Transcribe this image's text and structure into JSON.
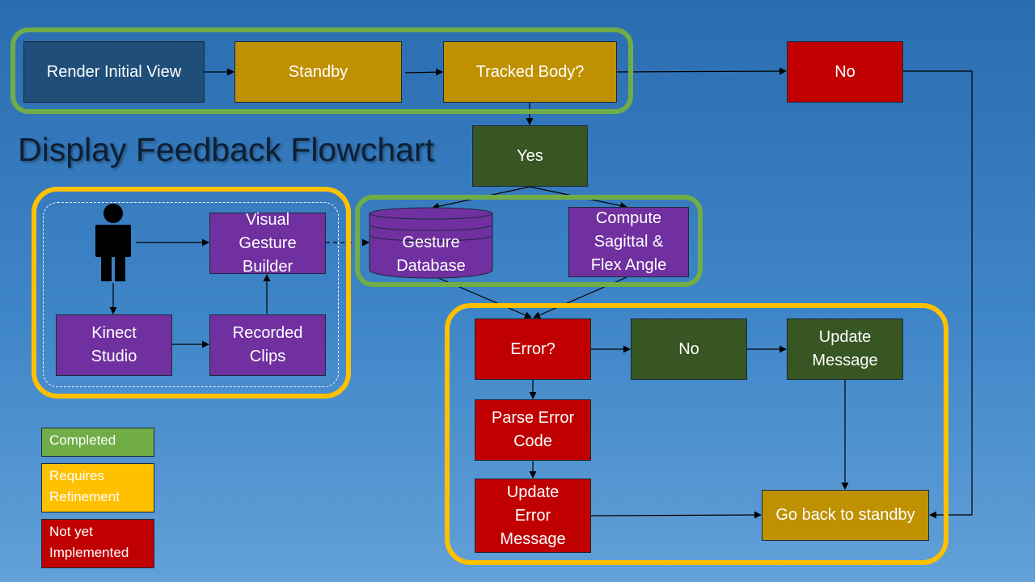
{
  "title": "Display Feedback Flowchart",
  "nodes": {
    "render_initial_view": "Render Initial View",
    "standby": "Standby",
    "tracked_body": "Tracked Body?",
    "no_top": "No",
    "yes": "Yes",
    "visual_gesture_builder": "Visual\nGesture\nBuilder",
    "gesture_database": "Gesture\nDatabase",
    "compute_sagittal": "Compute\nSagittal &\nFlex Angle",
    "kinect_studio": "Kinect\nStudio",
    "recorded_clips": "Recorded\nClips",
    "error_check": "Error?",
    "no_error": "No",
    "update_message": "Update\nMessage",
    "parse_error_code": "Parse Error\nCode",
    "update_error_message": "Update\nError\nMessage",
    "go_back_to_standby": "Go back to standby"
  },
  "legend": {
    "completed": "Completed",
    "requires_refinement": "Requires\nRefinement",
    "not_yet_implemented": "Not yet\nImplemented"
  },
  "colors": {
    "completed": "#70ad47",
    "requires_refinement": "#ffc000",
    "not_yet_implemented": "#c00000",
    "process_blue": "#1f4e79",
    "process_gold": "#bf9000",
    "process_green": "#375623",
    "process_purple": "#7030a0"
  },
  "icons": {
    "person": "person-silhouette-icon",
    "database": "database-cylinder-icon"
  }
}
